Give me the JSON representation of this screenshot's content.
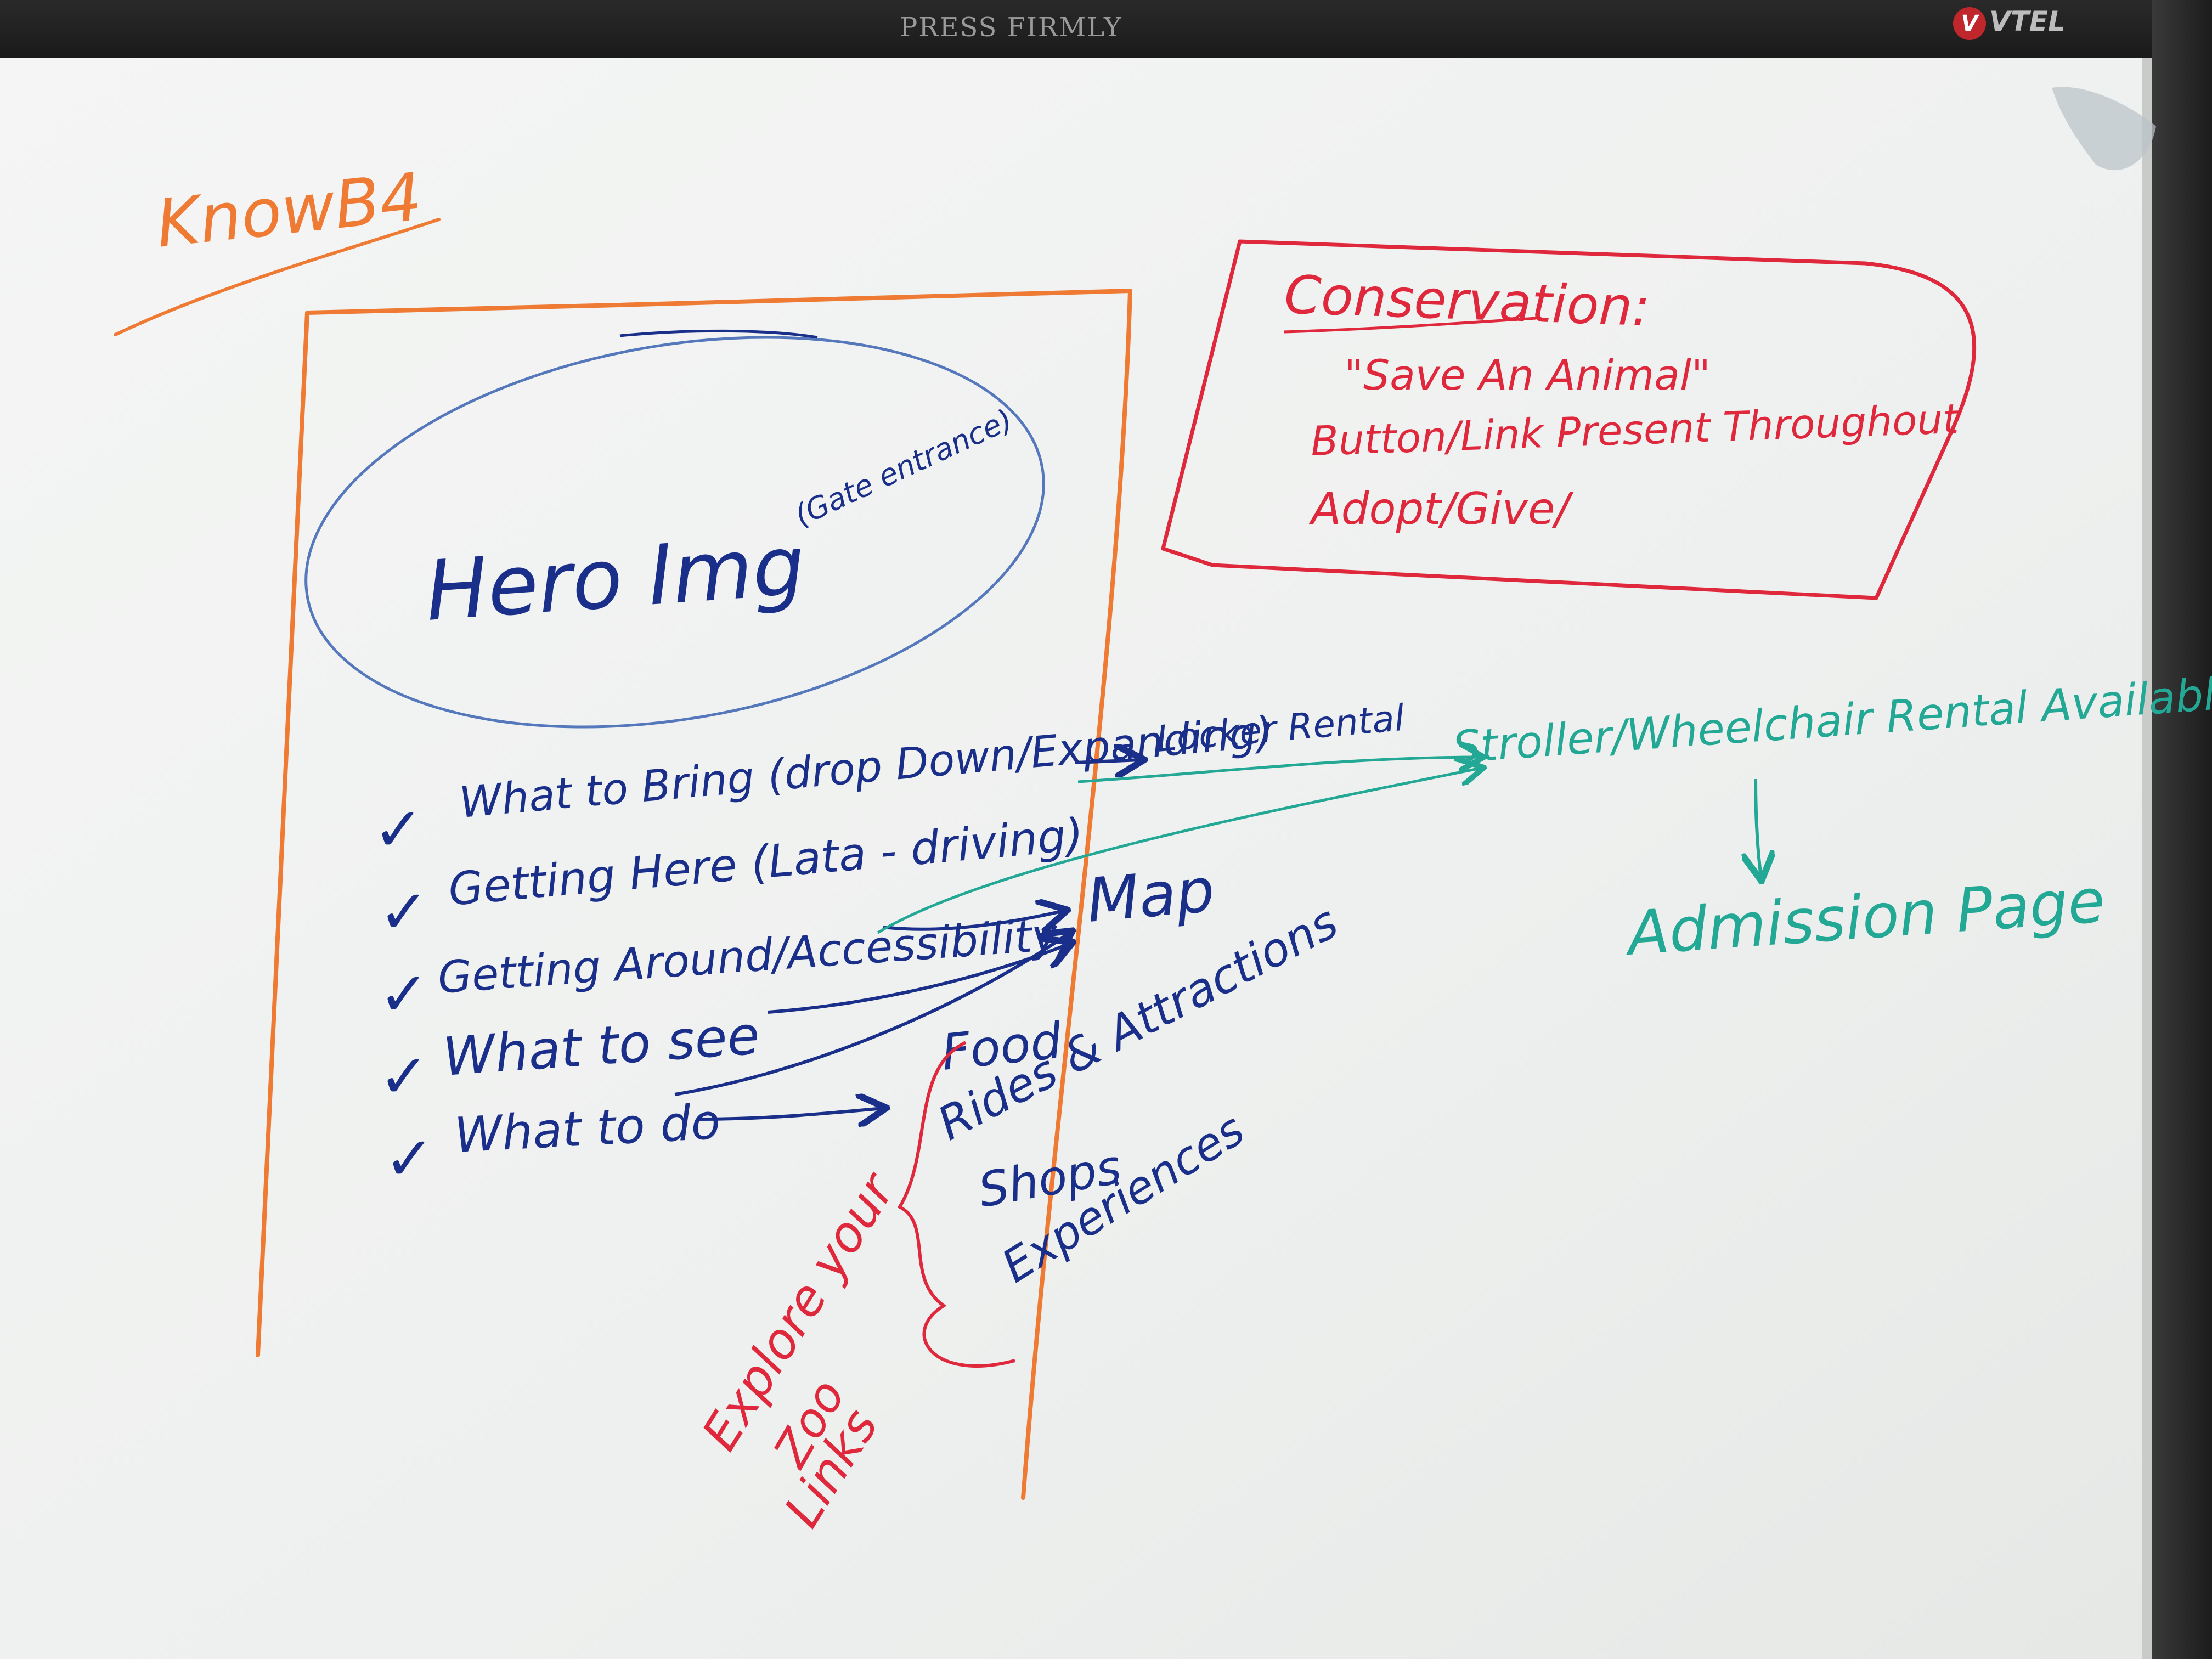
{
  "board": {
    "header_text": "PRESS FIRMLY",
    "brand": "VTEL"
  },
  "page_title": "KnowB4",
  "wireframe": {
    "hero_label": "Hero Img",
    "hero_note": "(Gate entrance)",
    "checklist": [
      {
        "check": "✓",
        "label": "What to Bring (drop Down/Expanding)"
      },
      {
        "check": "✓",
        "label": "Getting Here (Lata - driving)"
      },
      {
        "check": "✓",
        "label": "Getting Around/Accessibility"
      },
      {
        "check": "✓",
        "label": "What to see"
      },
      {
        "check": "✓",
        "label": "What to do"
      }
    ],
    "map_label": "Map",
    "locker_label": "Locker Rental",
    "explore_items": [
      "Food",
      "Rides & Attractions",
      "Shops",
      "Experiences"
    ],
    "explore_caption": [
      "Explore your",
      "Zoo",
      "Links"
    ]
  },
  "conservation": {
    "title": "Conservation:",
    "lines": [
      "\"Save An Animal\"",
      "Button/Link Present Throughout",
      "Adopt/Give/"
    ]
  },
  "rental": {
    "label": "Stroller/Wheelchair Rental Available",
    "target": "Admission Page"
  },
  "colors": {
    "board": "#f2f3f1",
    "orange": "#ee7a33",
    "blue_light": "#5577bb",
    "blue_dark": "#1a2f8a",
    "red": "#e0283c",
    "teal": "#22a894",
    "frame": "#1c1c1c"
  }
}
